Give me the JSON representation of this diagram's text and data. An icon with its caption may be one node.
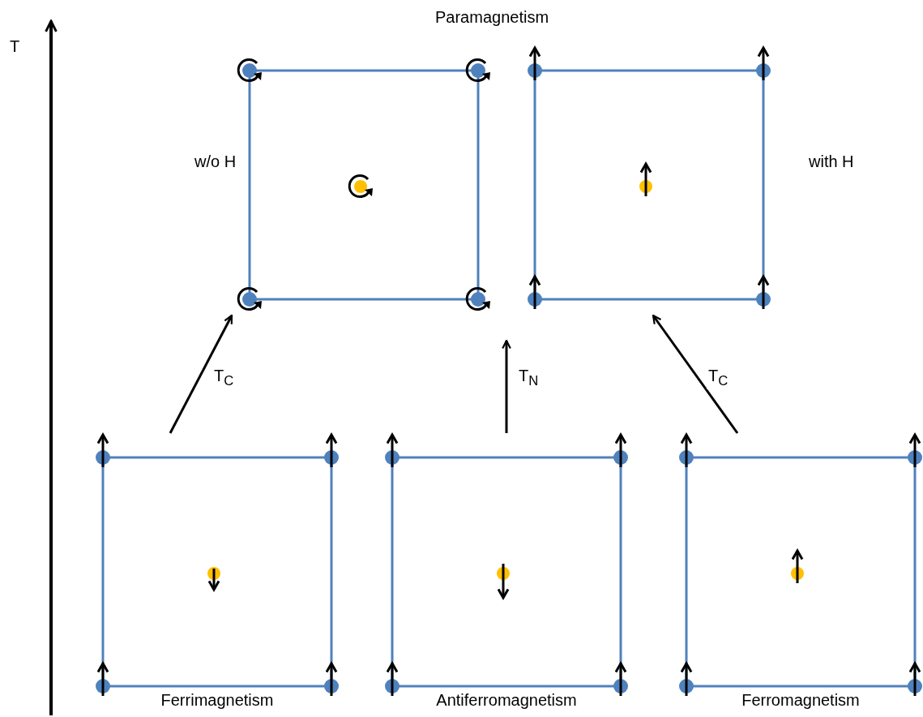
{
  "diagram": {
    "nodes": [
      {
        "text": [],
        "shape": "box",
        "beside": [
          "w/o H"
        ]
      },
      {
        "text": [],
        "shape": "box",
        "beside": [
          "with H"
        ]
      },
      {
        "text": [
          "Ferrimagnetism"
        ]
      },
      {
        "text": [
          "Antiferromagnetism"
        ]
      },
      {
        "text": [
          "Ferromagnetism"
        ]
      }
    ],
    "edges": [
      {
        "from": 2,
        "to": 0,
        "arrow": "to",
        "label": "T$_{C}$"
      },
      {
        "from": 3,
        "to": null,
        "arrow": "to",
        "label": "T$_{N}$"
      },
      {
        "from": 4,
        "to": 1,
        "arrow": "to",
        "label": "T$_{C}$"
      }
    ],
    "labels": [
      "T",
      "Paramagnetism"
    ]
  }
}
